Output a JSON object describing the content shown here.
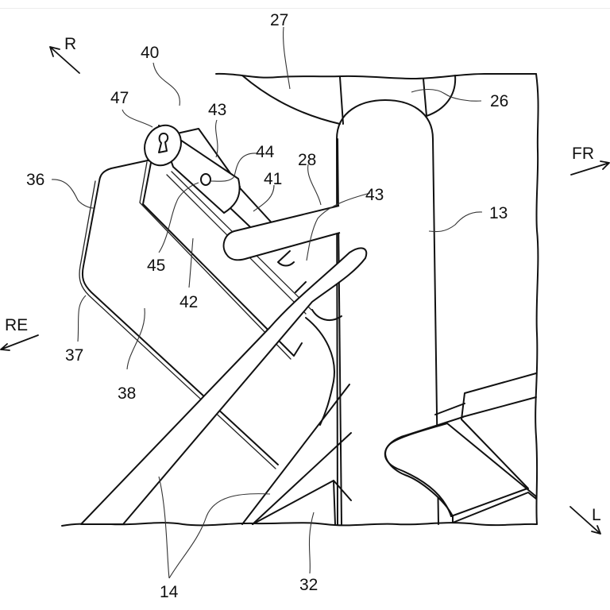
{
  "figure": {
    "type": "patent line drawing",
    "subject": "vehicle frame with seat lock assembly"
  },
  "directions": [
    {
      "id": "R",
      "label": "R"
    },
    {
      "id": "FR",
      "label": "FR"
    },
    {
      "id": "RE",
      "label": "RE"
    },
    {
      "id": "L",
      "label": "L"
    }
  ],
  "reference_numerals": [
    {
      "id": "n27",
      "label": "27",
      "part": "cover region top"
    },
    {
      "id": "n26",
      "label": "26",
      "part": "gusset"
    },
    {
      "id": "n40",
      "label": "40",
      "part": "seat lock assembly"
    },
    {
      "id": "n47",
      "label": "47",
      "part": "key cylinder"
    },
    {
      "id": "n43a",
      "label": "43",
      "part": "lock body"
    },
    {
      "id": "n44",
      "label": "44",
      "part": "pin"
    },
    {
      "id": "n28",
      "label": "28",
      "part": "cross bar"
    },
    {
      "id": "n41",
      "label": "41",
      "part": "bracket"
    },
    {
      "id": "n43b",
      "label": "43",
      "part": "lock body"
    },
    {
      "id": "n13",
      "label": "13",
      "part": "main frame"
    },
    {
      "id": "n36",
      "label": "36",
      "part": "seat"
    },
    {
      "id": "n45",
      "label": "45",
      "part": "mount"
    },
    {
      "id": "n42",
      "label": "42",
      "part": "plate"
    },
    {
      "id": "n37",
      "label": "37",
      "part": "seat edge"
    },
    {
      "id": "n38",
      "label": "38",
      "part": "seat bottom"
    },
    {
      "id": "n14",
      "label": "14",
      "part": "seat rail"
    },
    {
      "id": "n32",
      "label": "32",
      "part": "bracket"
    }
  ]
}
